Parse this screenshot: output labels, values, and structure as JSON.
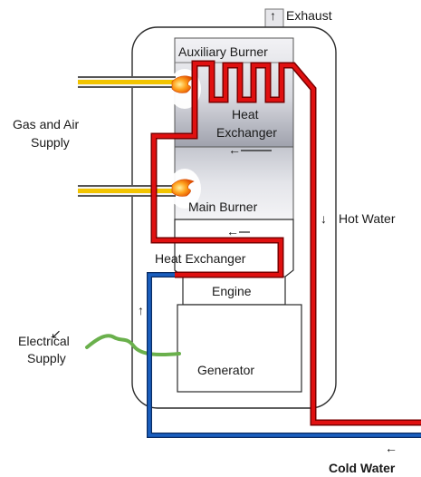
{
  "labels": {
    "exhaust": "Exhaust",
    "auxiliary_burner": "Auxiliary Burner",
    "heat_exchanger_upper_line1": "Heat",
    "heat_exchanger_upper_line2": "Exchanger",
    "main_burner": "Main Burner",
    "heat_exchanger_lower": "Heat Exchanger",
    "engine": "Engine",
    "generator": "Generator",
    "gas_air_line1": "Gas and Air",
    "gas_air_line2": "Supply",
    "hot_water": "Hot Water",
    "electrical_line1": "Electrical",
    "electrical_line2": "Supply",
    "cold_water": "Cold Water"
  },
  "arrows": {
    "exhaust": "↑",
    "hot_water": "↓",
    "cold_water": "←",
    "electrical": "↙",
    "return_up": "↑",
    "flow_upper": "←",
    "flow_lower": "←"
  },
  "colors": {
    "hot_pipe": "#e01010",
    "hot_pipe_dark": "#7a0000",
    "cold_pipe": "#1a5fc0",
    "cold_pipe_dark": "#0a2a60",
    "electric_wire": "#6ab04c",
    "gas_pipe_yellow": "#f2c400",
    "flame_orange": "#f47a10",
    "chamber_grey": "#b9bcc6",
    "outline": "#222222"
  }
}
